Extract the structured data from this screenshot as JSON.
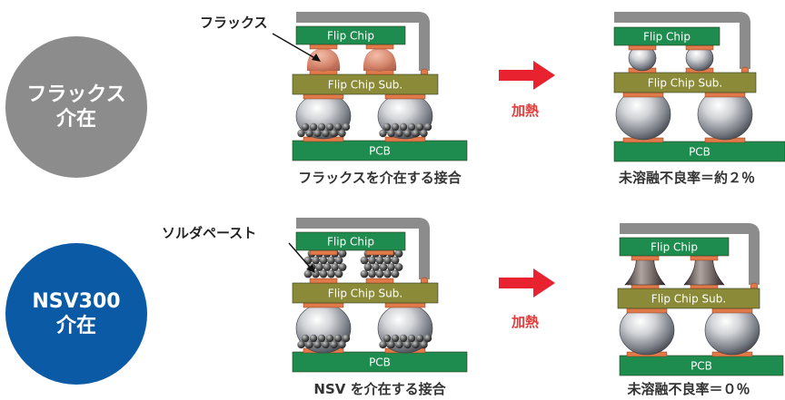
{
  "row1": {
    "circle_line1": "フラックス",
    "circle_line2": "介在",
    "circle_color": "#8c8c8c",
    "callout": "フラックス",
    "before": {
      "chip": "Flip Chip",
      "sub": "Flip Chip Sub.",
      "pcb": "PCB"
    },
    "after": {
      "chip": "Flip Chip",
      "sub": "Flip Chip Sub.",
      "pcb": "PCB"
    },
    "caption_left": "フラックスを介在する接合",
    "caption_right": "未溶融不良率＝約２％",
    "heat": "加熱"
  },
  "row2": {
    "circle_line1": "NSV300",
    "circle_line2": "介在",
    "circle_color": "#0b5aa6",
    "callout": "ソルダペースト",
    "before": {
      "chip": "Flip Chip",
      "sub": "Flip Chip Sub.",
      "pcb": "PCB"
    },
    "after": {
      "chip": "Flip Chip",
      "sub": "Flip Chip Sub.",
      "pcb": "PCB"
    },
    "caption_left": "NSV を介在する接合",
    "caption_right": "未溶融不良率＝０％",
    "heat": "加熱"
  },
  "colors": {
    "chip": "#1e8c4e",
    "substrate": "#8a8a38",
    "pcb": "#1e8c4e",
    "pad": "#e07a4a",
    "arrow": "#e8222e",
    "lead": "#8c8c8c"
  }
}
